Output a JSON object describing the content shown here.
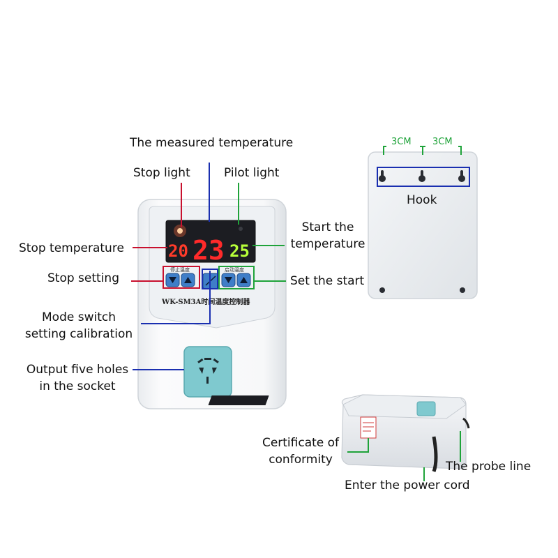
{
  "labels": {
    "measured_temperature": "The measured temperature",
    "stop_light": "Stop light",
    "pilot_light": "Pilot light",
    "stop_temperature": "Stop temperature",
    "start_temperature": "Start the\ntemperature",
    "stop_setting": "Stop setting",
    "set_the_start": "Set the start",
    "mode_switch": "Mode switch\nsetting calibration",
    "output_socket": "Output five holes\nin the socket",
    "hook": "Hook",
    "spacing_left": "3CM",
    "spacing_right": "3CM",
    "certificate": "Certificate of\nconformity",
    "probe_line": "The probe line",
    "power_cord": "Enter the power cord"
  },
  "device": {
    "model_text": "WK-SM3A时间温度控制器",
    "display_stop_value": "20",
    "display_main_value": "23",
    "display_start_value": "25",
    "stop_group_caption": "停止温度",
    "start_group_caption": "启动温度"
  },
  "colors": {
    "red_line": "#c8102e",
    "blue_line": "#1a2fb0",
    "green_line": "#1fa33a",
    "display_red": "#ff2a2a",
    "display_green": "#9cff3a",
    "socket_teal": "#7fc9cf"
  },
  "icons": [
    "up-arrow-icon",
    "down-arrow-icon",
    "mode-button-icon",
    "socket-icon",
    "hook-hole-icon"
  ]
}
